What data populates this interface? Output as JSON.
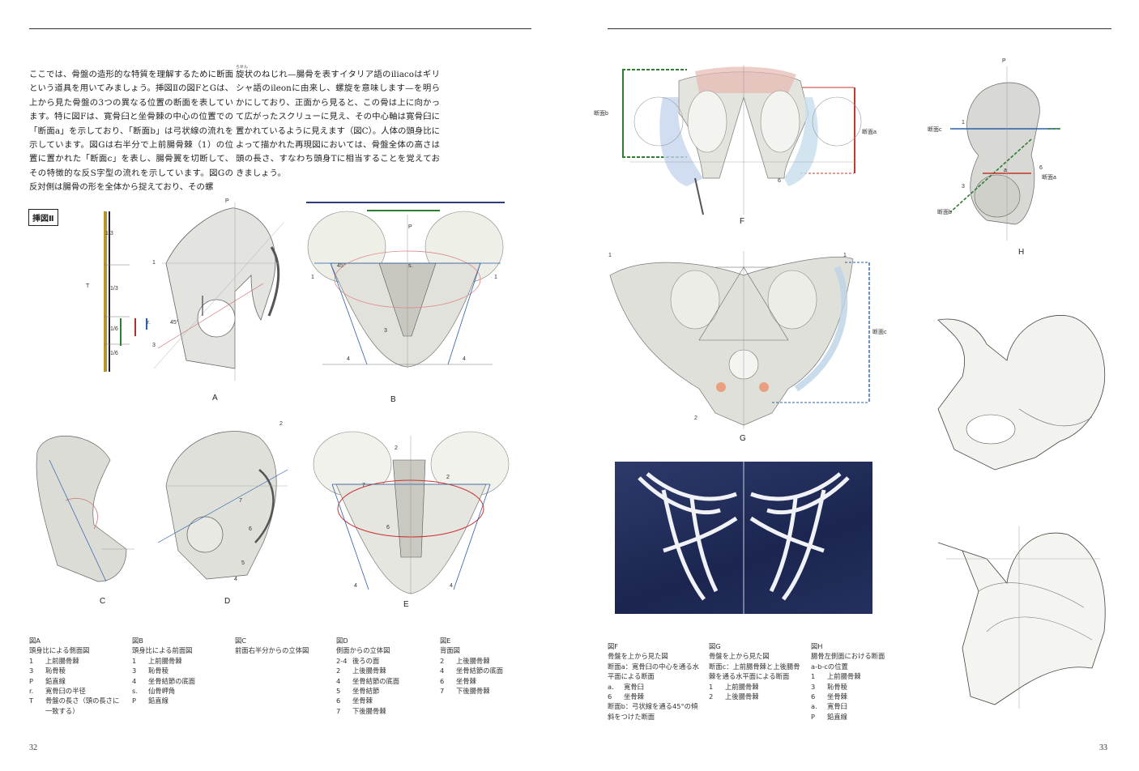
{
  "left": {
    "body_text": {
      "col1": "ここでは、骨盤の造形的な特質を理解するために断面という道具を用いてみましょう。挿図Ⅱの図FとGは、上から見た骨盤の3つの異なる位置の断面を表しています。特に図Fは、寛骨臼と坐骨棘の中心の位置での「断面a」を示しており、「断面b」は弓状線の流れを示しています。図Gは右半分で上前腸骨棘（1）の位置に置かれた「断面c」を表し、腸骨翼を切断して、その特徴的な反S字型の流れを示しています。図Gの反対側は腸骨の形を全体から捉えており、その螺",
      "col2": "旋状のねじれ—腸骨を表すイタリア語のiliacoはギリシャ語のileonに由来し、螺旋を意味します—を明らかにしており、正面から見ると、この骨は上に向かって広がったスクリューに見え、その中心軸は寛骨臼に置かれているように見えます（図C）。人体の頭身比によって描かれた再現図においては、骨盤全体の高さは頭の長さ、すなわち頭身Tに相当することを覚えておきましょう。",
      "ruby": "らせん"
    },
    "figure_tag": "挿図Ⅱ",
    "figure_letters": {
      "A": "A",
      "B": "B",
      "C": "C",
      "D": "D",
      "E": "E"
    },
    "proportion_labels": [
      "1/3",
      "1/3",
      "1/6",
      "1/6"
    ],
    "proportion_T": "T",
    "annotations": {
      "p": "P",
      "one": "1",
      "two": "2",
      "three": "3",
      "four": "4",
      "five": "5",
      "six": "6",
      "seven": "7",
      "r": "r.",
      "s": "s.",
      "deg45": "45°",
      "deg45b": "45°",
      "three_s": "3"
    },
    "captions": [
      {
        "head": "図A",
        "sub": "頭身比による側面図",
        "rows": [
          [
            "1",
            "上前腸骨棘"
          ],
          [
            "3",
            "恥骨稜"
          ],
          [
            "P",
            "鉛直線"
          ],
          [
            "r.",
            "寛骨臼の半径"
          ],
          [
            "T",
            "骨盤の長さ（頭の長さに一致する）"
          ]
        ]
      },
      {
        "head": "図B",
        "sub": "頭身比による前面図",
        "rows": [
          [
            "1",
            "上前腸骨棘"
          ],
          [
            "3",
            "恥骨稜"
          ],
          [
            "4",
            "坐骨結節の底面"
          ],
          [
            "s.",
            "仙骨岬角"
          ],
          [
            "P",
            "鉛直線"
          ]
        ]
      },
      {
        "head": "図C",
        "sub": "前面右半分からの立体図",
        "rows": []
      },
      {
        "head": "図D",
        "sub": "側面からの立体図",
        "rows": [
          [
            "2-4",
            "後ろの面"
          ],
          [
            "2",
            "上後腸骨棘"
          ],
          [
            "4",
            "坐骨結節の底面"
          ],
          [
            "5",
            "坐骨結節"
          ],
          [
            "6",
            "坐骨棘"
          ],
          [
            "7",
            "下後腸骨棘"
          ]
        ]
      },
      {
        "head": "図E",
        "sub": "背面図",
        "rows": [
          [
            "2",
            "上後腸骨棘"
          ],
          [
            "4",
            "坐骨結節の底面"
          ],
          [
            "6",
            "坐骨棘"
          ],
          [
            "7",
            "下後腸骨棘"
          ]
        ]
      }
    ],
    "page_number": "32"
  },
  "right": {
    "figure_letters": {
      "F": "F",
      "G": "G",
      "H": "H"
    },
    "annotations": {
      "section_a": "断面a",
      "section_b": "断面b",
      "section_c": "断面c",
      "section_a_h": "断面a",
      "section_b_h": "断面b",
      "section_c_h": "断面c",
      "p": "P",
      "one": "1",
      "two": "2",
      "three": "3",
      "six": "6",
      "a": "a"
    },
    "captions": [
      {
        "head": "図F",
        "sub": "骨盤を上から見た図",
        "rows": [
          [
            "",
            "断面a：寛骨臼の中心を通る水平面による断面"
          ],
          [
            "a.",
            "寛骨臼"
          ],
          [
            "6",
            "坐骨棘"
          ],
          [
            "",
            "断面b：弓状線を通る45°の傾斜をつけた断面"
          ]
        ]
      },
      {
        "head": "図G",
        "sub": "骨盤を上から見た図",
        "rows": [
          [
            "",
            "断面c：上前腸骨棘と上後腸骨棘を通る水平面による断面"
          ],
          [
            "1",
            "上前腸骨棘"
          ],
          [
            "2",
            "上後腸骨棘"
          ]
        ]
      },
      {
        "head": "図H",
        "sub": "腸骨左側面における断面",
        "rows": [
          [
            "",
            "a-b-cの位置"
          ],
          [
            "1",
            "上前腸骨棘"
          ],
          [
            "3",
            "恥骨稜"
          ],
          [
            "6",
            "坐骨棘"
          ],
          [
            "a.",
            "寛骨臼"
          ],
          [
            "P",
            "鉛直線"
          ]
        ]
      }
    ],
    "page_number": "33"
  },
  "colors": {
    "rule": "#333333",
    "photo_bg": "#24305e",
    "red": "#c0392b",
    "blue": "#2b5fa8",
    "green": "#2e7d32"
  }
}
